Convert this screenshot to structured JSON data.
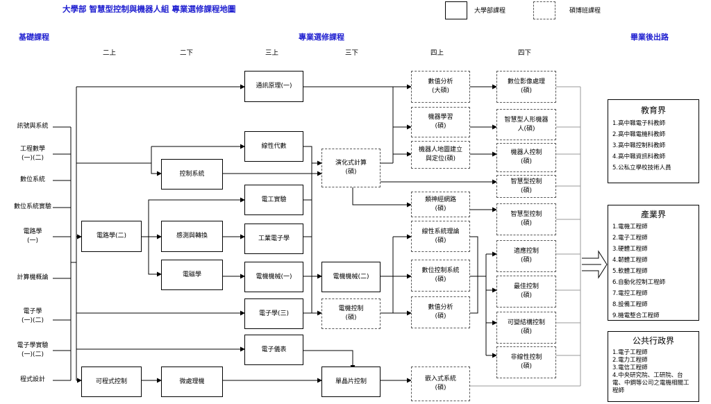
{
  "header": {
    "title": "大學部  智慧型控制與機器人組  專業選修課程地圖",
    "legend_solid": "大學部課程",
    "legend_dashed": "碩博班課程"
  },
  "sections": {
    "basic": "基礎課程",
    "elective": "專業選修課程",
    "career": "畢業後出路"
  },
  "semesters": [
    "二上",
    "二下",
    "三上",
    "三下",
    "四上",
    "四下"
  ],
  "basic_courses": [
    "訊號與系統",
    "工程數學\n(一)(二)",
    "數位系統",
    "數位系統實驗",
    "電路學\n(一)",
    "計算機概論",
    "電子學\n(一)(二)",
    "電子學實驗\n(一)(二)",
    "程式設計"
  ],
  "courses": {
    "comm": "通訊原理(一)",
    "linalg": "線性代數",
    "control": "控制系統",
    "eelab": "電工實驗",
    "circuit2": "電路學(二)",
    "sensor": "感測與轉換",
    "indelec": "工業電子學",
    "em": "電磁學",
    "machine1": "電機機械(一)",
    "machine2": "電機機械(二)",
    "elec3": "電子學(三)",
    "instr": "電子儀表",
    "plc": "可程式控制",
    "micro": "微處理機",
    "mcu": "單晶片控制",
    "evo": "演化式計算\n(碩)",
    "motorctl": "電機控制\n(碩)",
    "numan1": "數值分析\n(大碩)",
    "ml": "機器學習\n(碩)",
    "slam": "機器人地圖建立\n與定位(碩)",
    "nn": "類神經網路\n(碩)",
    "linsys": "線性系統理論\n(碩)",
    "digctl": "數位控制系統\n(碩)",
    "numan2": "數值分析\n(碩)",
    "embedded": "嵌入式系統\n(碩)",
    "imgproc": "數位影像處理\n(碩)",
    "humanoid": "智慧型人形機器\n人(碩)",
    "robotctl": "機器人控制\n(碩)",
    "smartctl1": "智慧型控制\n(碩)",
    "smartctl2": "智慧型控制\n(碩)",
    "adaptive": "適應控制\n(碩)",
    "optimal": "最佳控制\n(碩)",
    "varstruct": "可變結構控制\n(碩)",
    "nonlinear": "非線性控制\n(碩)"
  },
  "careers": {
    "education": {
      "title": "教育界",
      "items": [
        "1.高中職電子科教師",
        "2.高中職電機科教師",
        "3.高中職控制科教師",
        "4.高中職資訊科教師",
        "5.公私立學校技術人員"
      ]
    },
    "industry": {
      "title": "產業界",
      "items": [
        "1.電機工程師",
        "2.電子工程師",
        "3.硬體工程師",
        "4.韌體工程師",
        "5.軟體工程師",
        "6.自動化控制工程師",
        "7.電控工程師",
        "8.設備工程師",
        "9.機電整合工程師"
      ]
    },
    "public": {
      "title": "公共行政界",
      "items": [
        "1.電子工程師",
        "2.電力工程師",
        "3.電信工程師",
        "4.中央研究院、工研院、台電、中鋼等公司之電機相關工程師"
      ]
    }
  }
}
